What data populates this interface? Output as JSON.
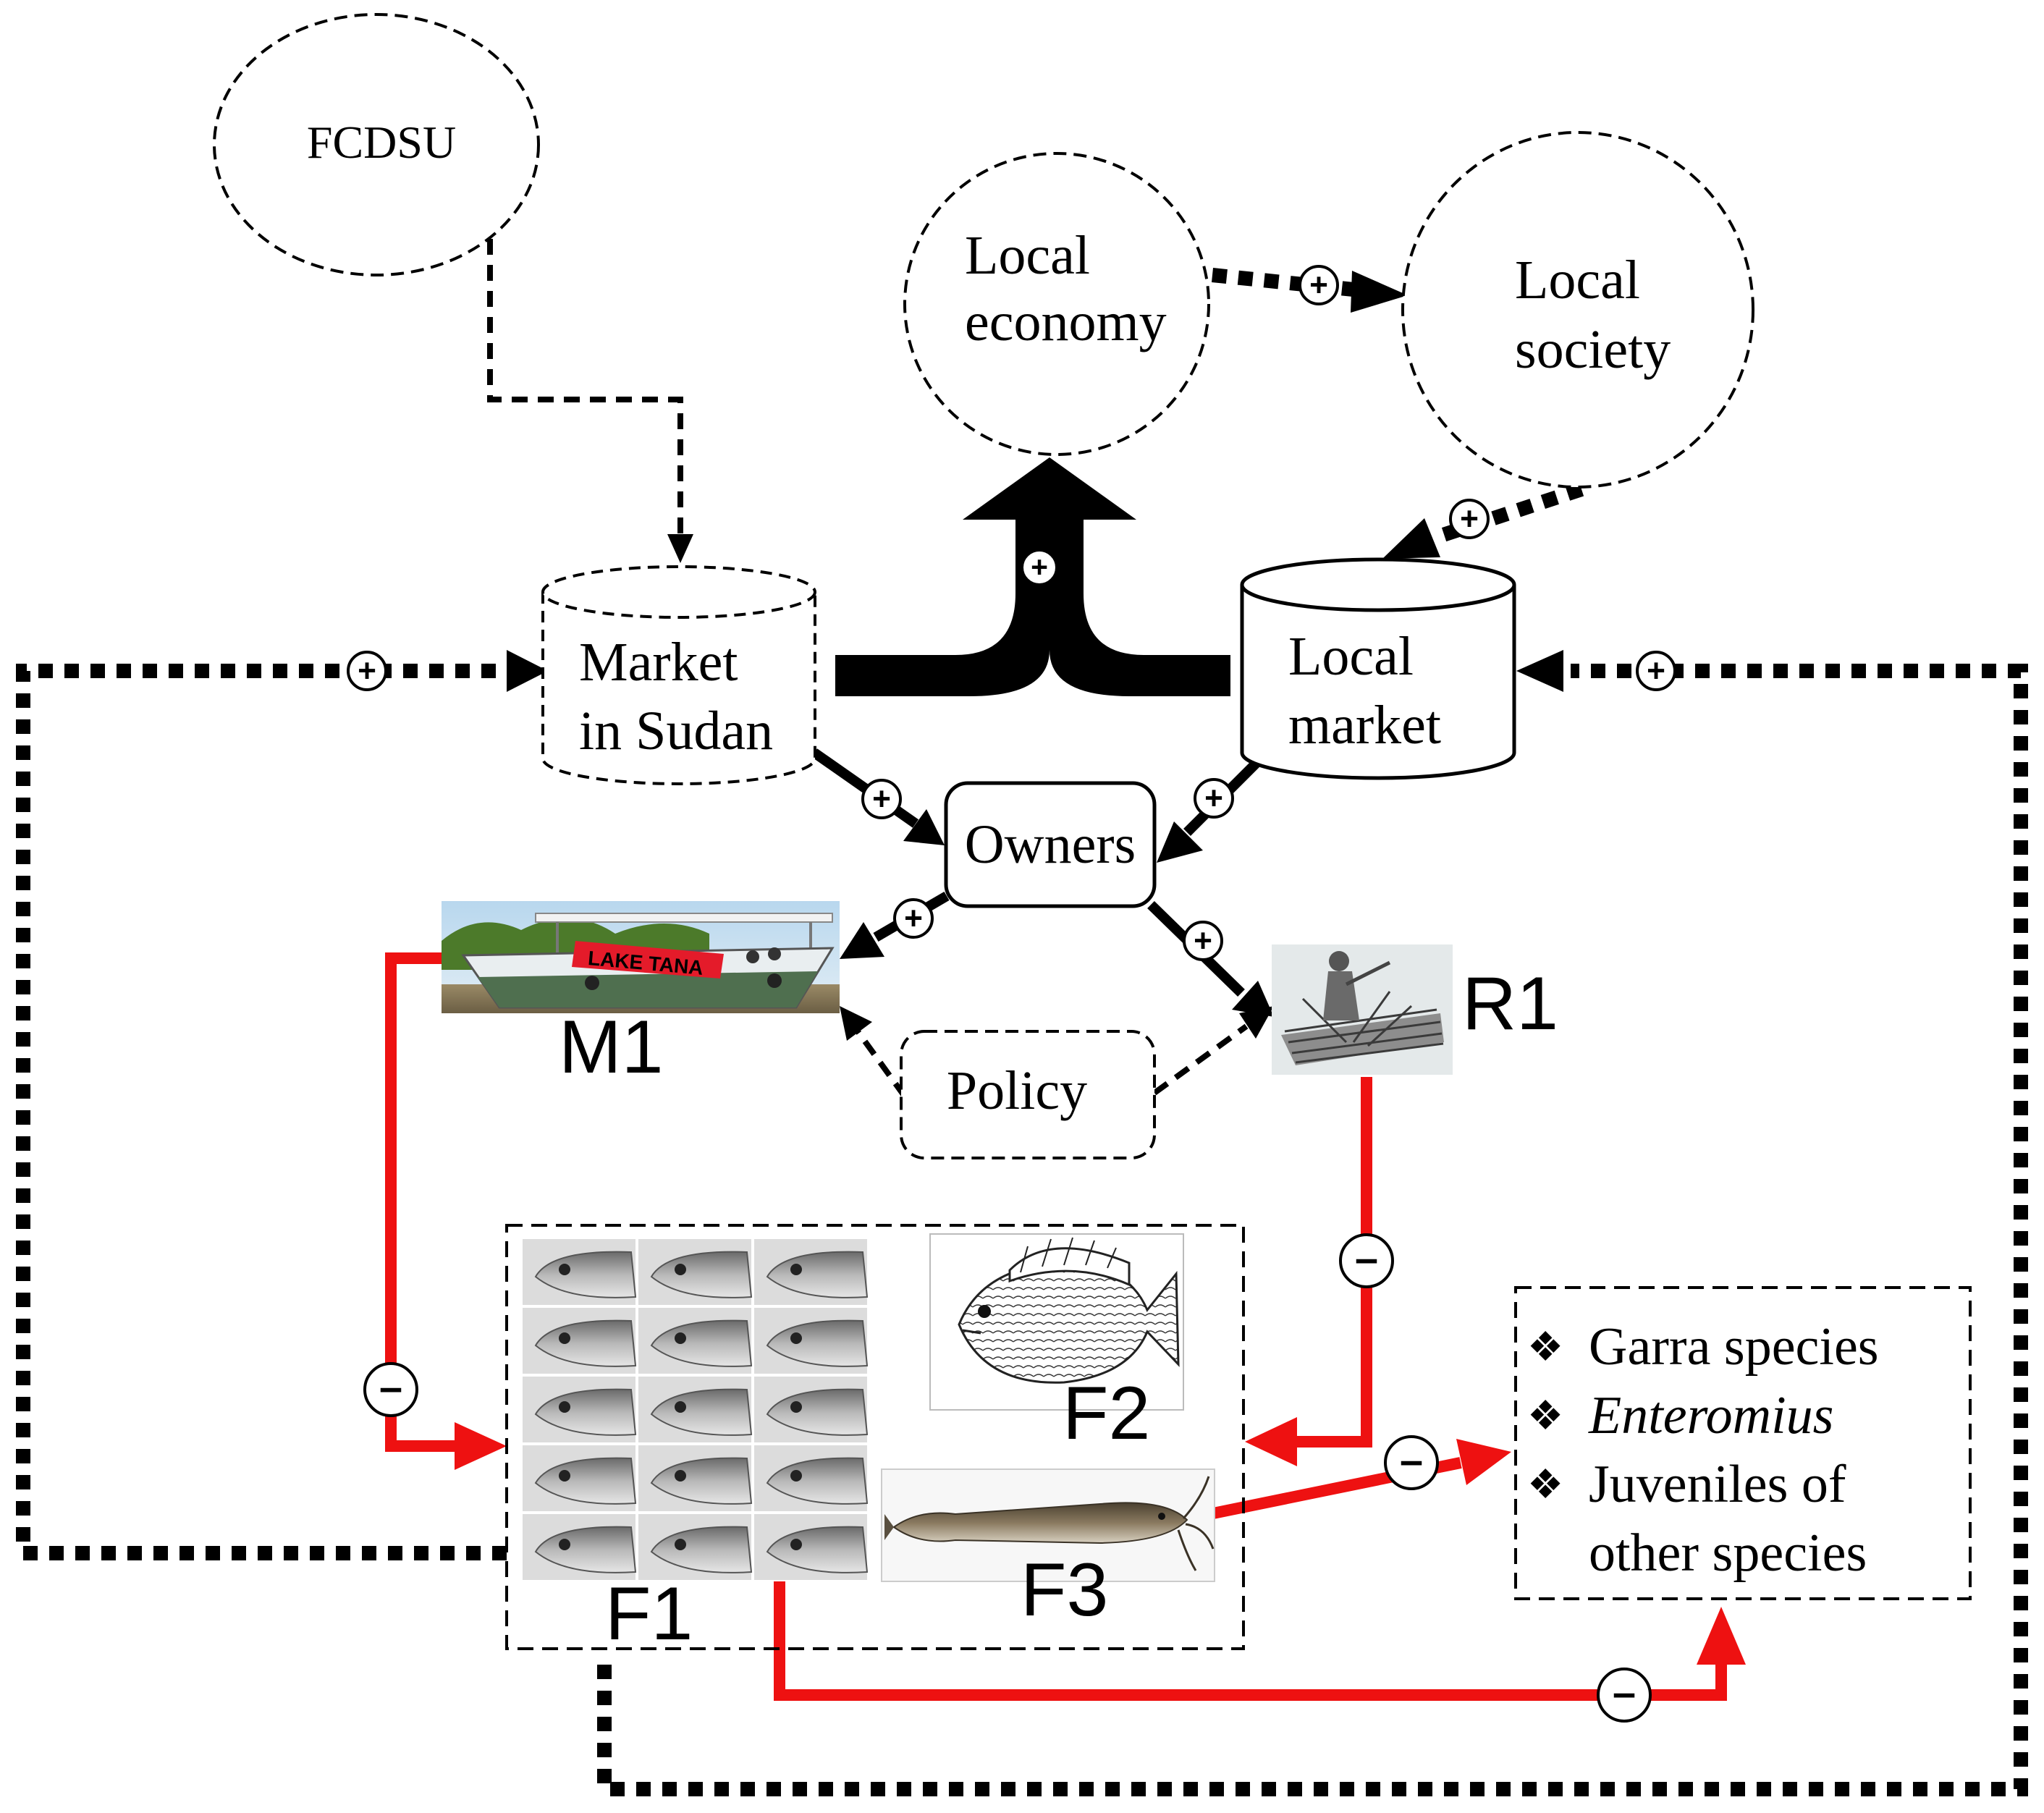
{
  "nodes": {
    "fcdsu": "FCDSU",
    "local_economy": [
      "Local",
      "economy"
    ],
    "local_society": [
      "Local",
      "society"
    ],
    "market_sudan": [
      "Market",
      "in Sudan"
    ],
    "local_market": [
      "Local",
      "market"
    ],
    "owners": "Owners",
    "policy": "Policy",
    "m1": "M1",
    "r1": "R1",
    "f1": "F1",
    "f2": "F2",
    "f3": "F3"
  },
  "species_box": {
    "bullet": "❖",
    "items": [
      "Garra species",
      "Enteromius",
      "Juveniles of",
      "other species"
    ]
  },
  "signs": {
    "plus": "+",
    "minus": "–"
  },
  "colors": {
    "negative_link": "#ee1111",
    "ink": "#000000",
    "boat_sign": "#e41b2a"
  },
  "images": {
    "m1": "boat photo with LAKE TANA sign",
    "r1": "fisherman on reed boat",
    "f1": "grid of Labeobarbus fish heads",
    "f2": "tilapia drawing",
    "f3": "catfish photo"
  },
  "boat_sign_text": "LAKE TANA"
}
